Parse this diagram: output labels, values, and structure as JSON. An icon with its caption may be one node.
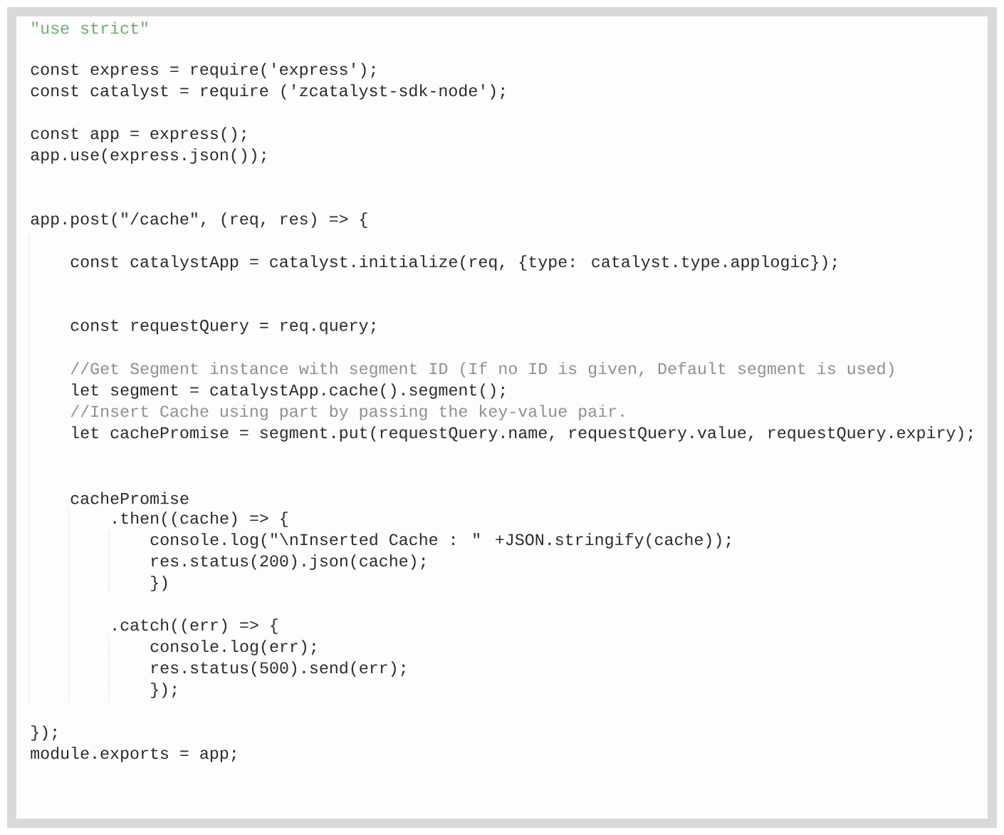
{
  "diagram": {
    "labels": [
      "\"use strict\"",
      "const express = require('express');",
      "const catalyst = require ('zcatalyst-sdk-node');",
      "const app = express();",
      "app.use(express.json());",
      "app.post(\"/cache\", (req, res) => {",
      "const catalystApp = catalyst.initialize(req, {type: catalyst.type.applogic});",
      "const requestQuery = req.query;",
      "//Get Segment instance with segment ID (If no ID is given, Default segment is used)",
      "let segment = catalystApp.cache().segment();",
      "//Insert Cache using part by passing the key-value pair.",
      "let cachePromise = segment.put(requestQuery.name, requestQuery.value, requestQuery.expiry);",
      "cachePromise",
      ".then((cache) => {",
      "console.log(\"\\nInserted Cache : \" +JSON.stringify(cache));",
      "res.status(200).json(cache);",
      "})",
      ".catch((err) => {",
      "console.log(err);",
      "res.status(500).send(err);",
      "});",
      "});",
      "module.exports = app;"
    ]
  }
}
